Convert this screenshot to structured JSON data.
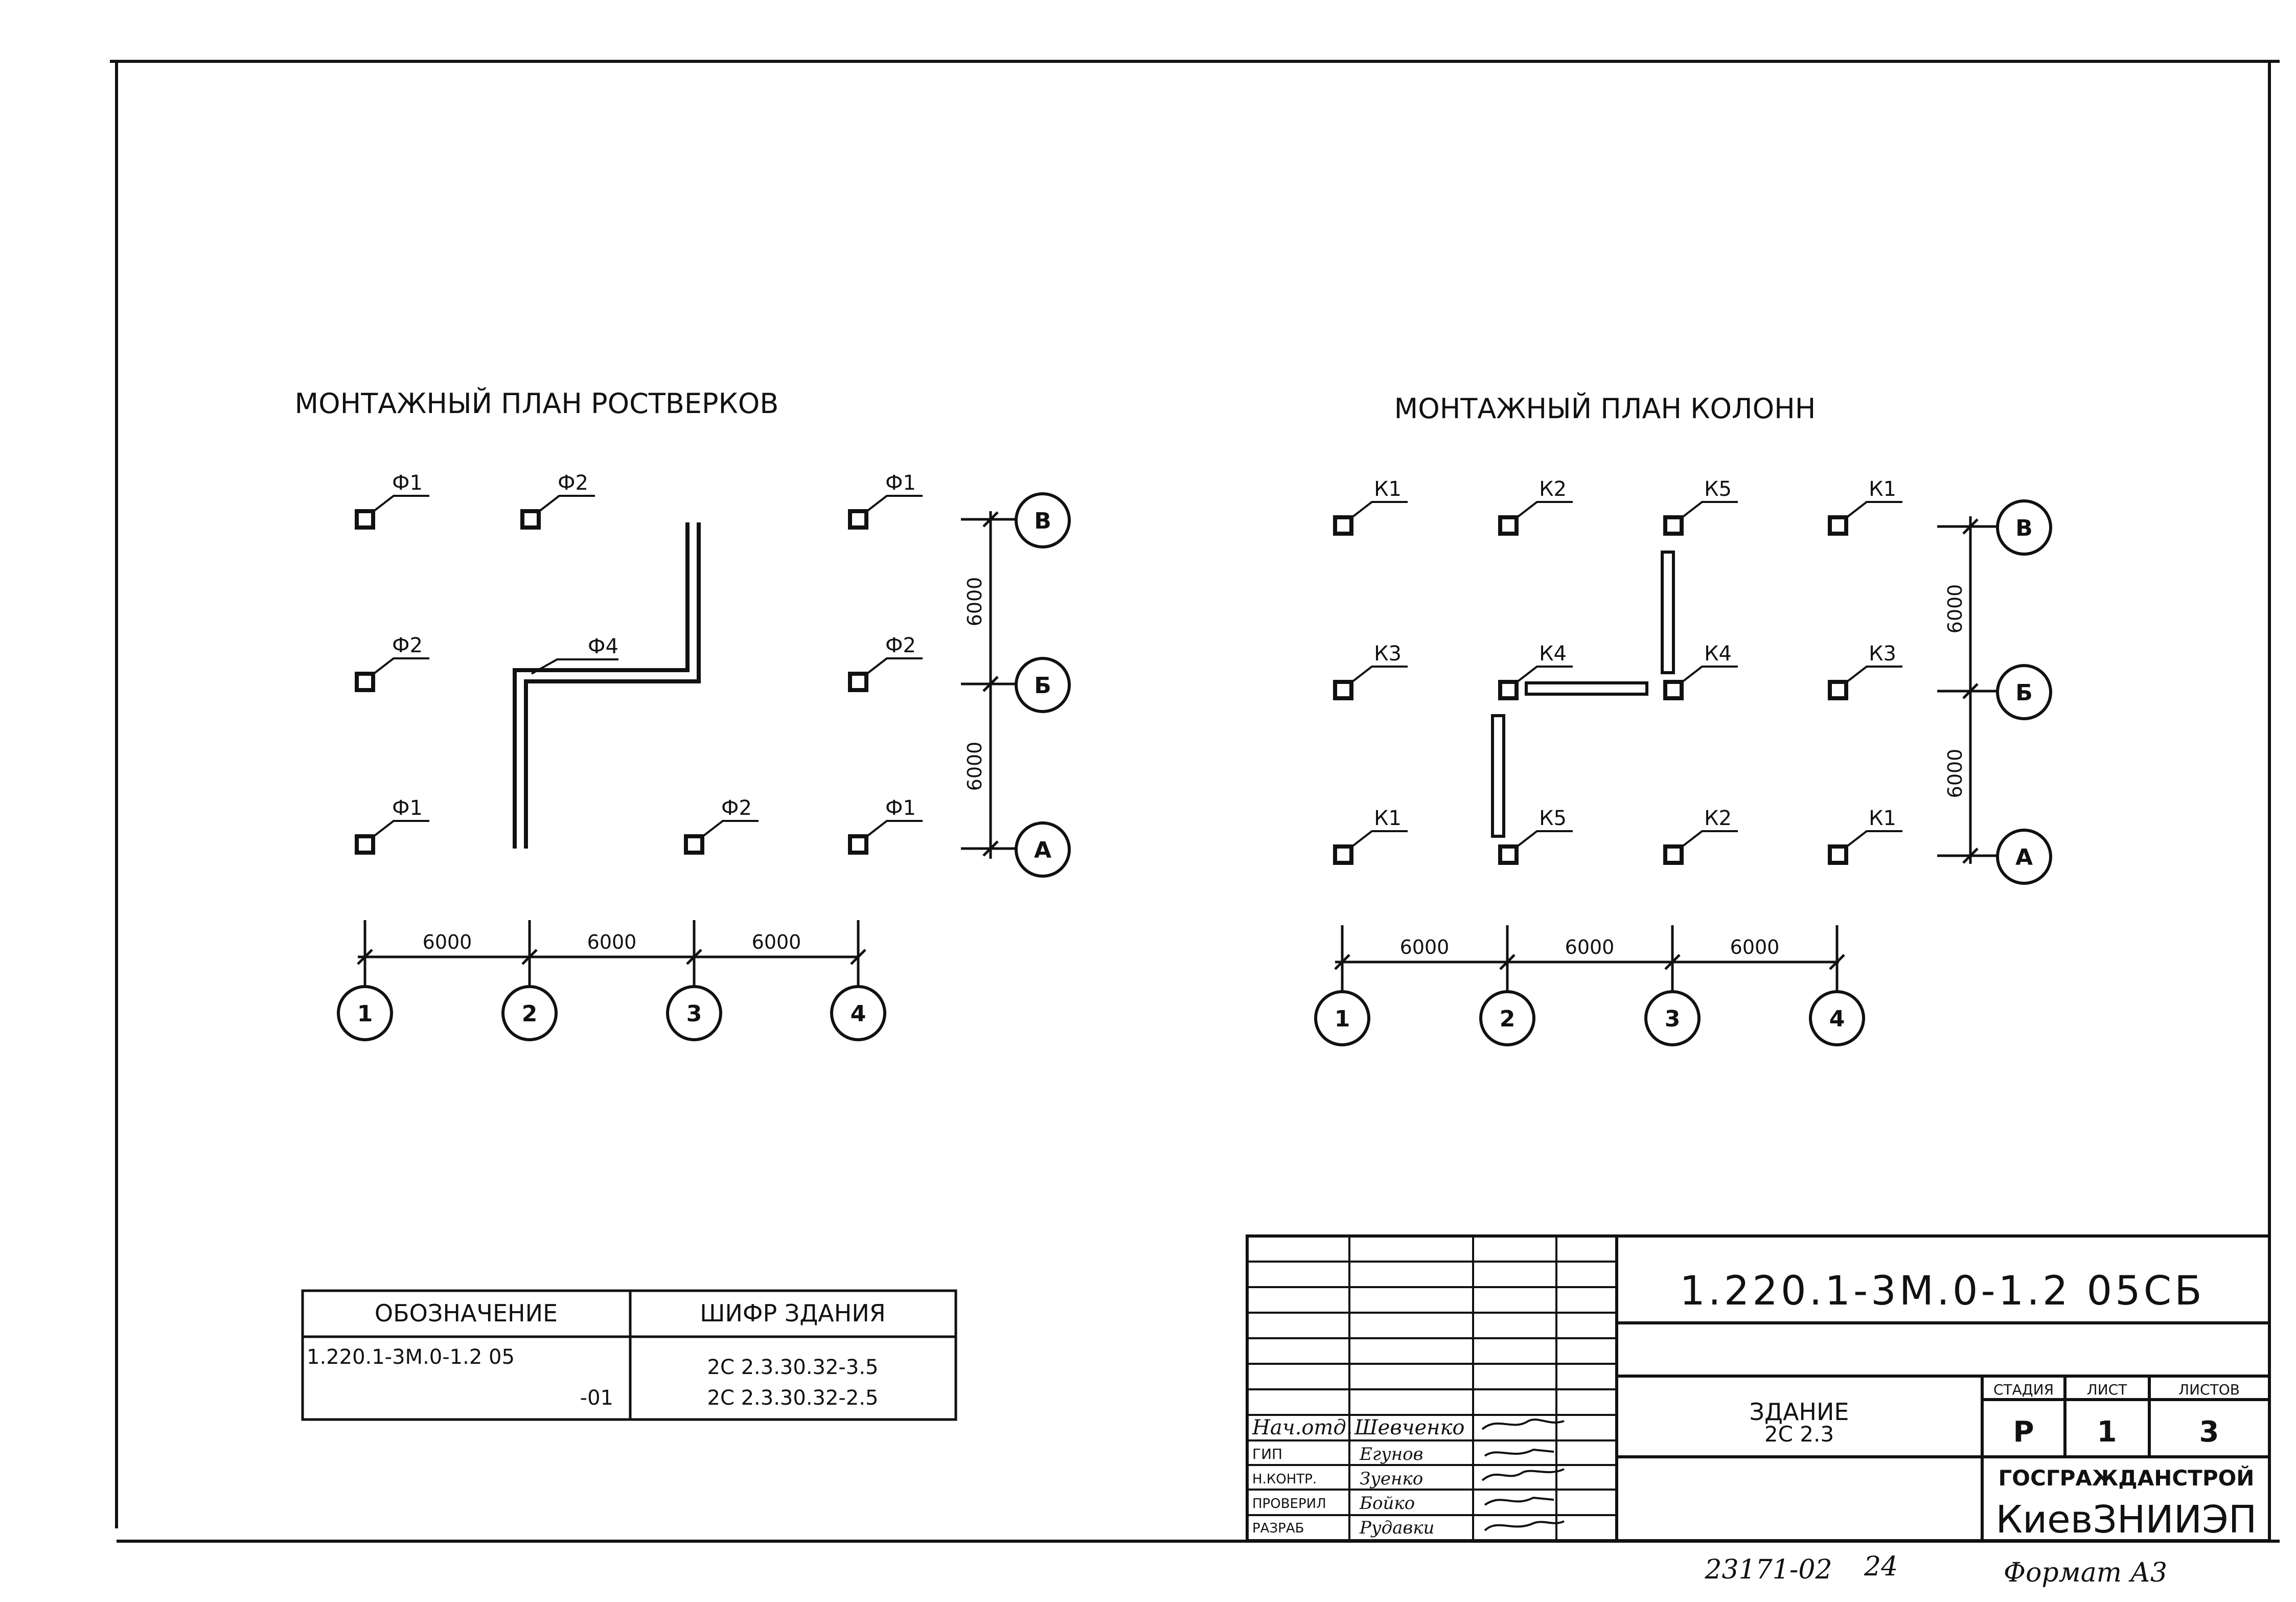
{
  "plans": {
    "rostverk": {
      "title": "МОНТАЖНЫЙ ПЛАН РОСТВЕРКОВ",
      "row_labels": [
        "В",
        "Б",
        "А"
      ],
      "col_labels": [
        "1",
        "2",
        "3",
        "4"
      ],
      "marks": {
        "B1": "Ф1",
        "B2": "Ф2",
        "B4": "Ф1",
        "Б1": "Ф2",
        "Б4": "Ф2",
        "A1": "Ф1",
        "A3": "Ф2",
        "A4": "Ф1",
        "beam": "Ф4"
      },
      "dim_x": [
        "6000",
        "6000",
        "6000"
      ],
      "dim_y": [
        "6000",
        "6000"
      ]
    },
    "columns": {
      "title": "МОНТАЖНЫЙ ПЛАН КОЛОНН",
      "row_labels": [
        "В",
        "Б",
        "А"
      ],
      "col_labels": [
        "1",
        "2",
        "3",
        "4"
      ],
      "marks": {
        "B1": "К1",
        "B2": "К2",
        "B3": "К5",
        "B4": "К1",
        "Б1": "К3",
        "Б2": "К4",
        "Б3": "К4",
        "Б4": "К3",
        "A1": "К1",
        "A2": "К5",
        "A3": "К2",
        "A4": "К1"
      },
      "dim_x": [
        "6000",
        "6000",
        "6000"
      ],
      "dim_y": [
        "6000",
        "6000"
      ]
    }
  },
  "designation_table": {
    "headers": [
      "ОБОЗНАЧЕНИЕ",
      "ШИФР ЗДАНИЯ"
    ],
    "rows": [
      [
        "1.220.1-3М.0-1.2 05",
        "2С 2.3.30.32-3.5"
      ],
      [
        "-01",
        "2С 2.3.30.32-2.5"
      ]
    ]
  },
  "title_block": {
    "code": "1.220.1-3М.0-1.2 05СБ",
    "building_line1": "ЗДАНИЕ",
    "building_line2": "2С 2.3",
    "stage_header": "СТАДИЯ",
    "sheet_header": "ЛИСТ",
    "sheets_header": "ЛИСТОВ",
    "stage": "Р",
    "sheet": "1",
    "sheets": "3",
    "org1": "ГОСГРАЖДАНСТРОЙ",
    "org2": "КиевЗНИИЭП",
    "roles": [
      {
        "role": "Нач.отд.",
        "name": "Шевченко"
      },
      {
        "role": "ГИП",
        "name": "Егунов"
      },
      {
        "role": "Н.КОНТР.",
        "name": "Зуенко"
      },
      {
        "role": "ПРОВЕРИЛ",
        "name": "Бойко"
      },
      {
        "role": "РАЗРАБ",
        "name": "Рудавки"
      }
    ]
  },
  "footer": {
    "archive_no": "23171-02",
    "page_no": "24",
    "format": "Формат А3"
  }
}
